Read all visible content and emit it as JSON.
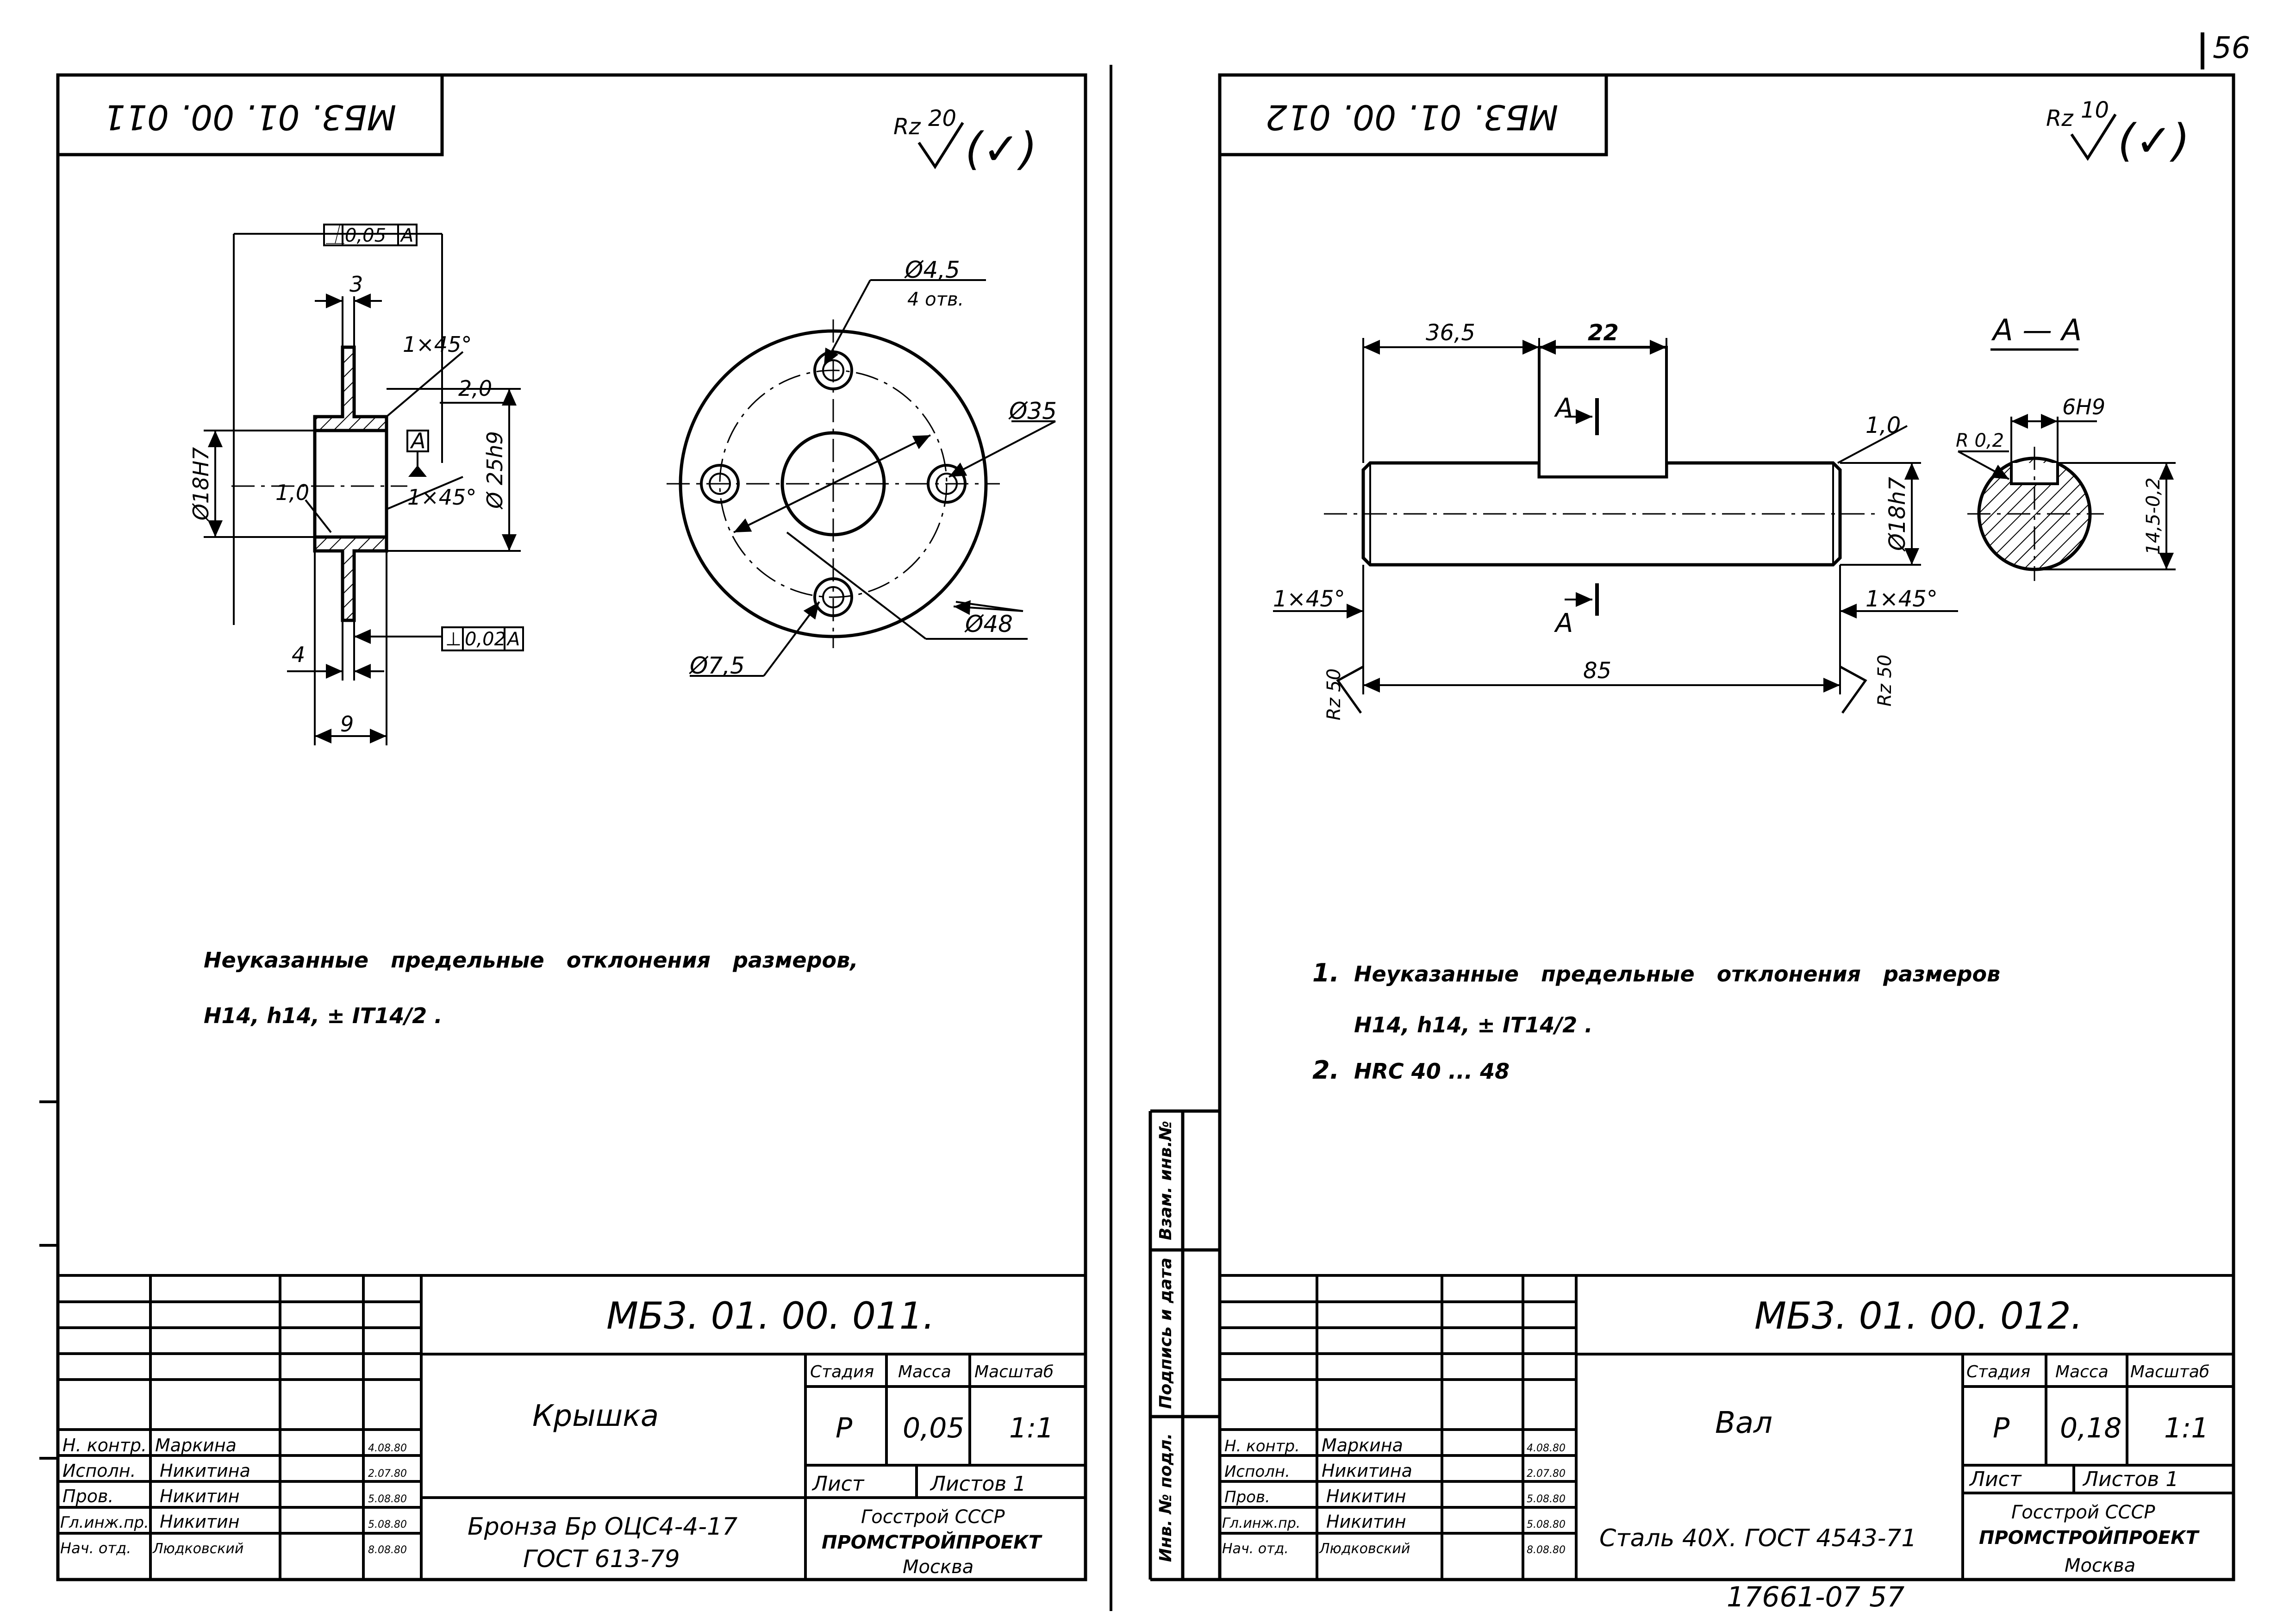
{
  "page_number": "56",
  "bottom_code": "17661-07 57",
  "side_stamp": {
    "inv_vzam": "Взам. инв.№",
    "podpis_data": "Подпись и дата",
    "inv_podl": "Инв. № подл."
  },
  "sheets": [
    {
      "code_rotated": "МБ3. 01. 00. 011",
      "roughness": {
        "label": "Rz",
        "value": "20",
        "paren": "(✓)"
      },
      "dims": {
        "d_hole": "Ø4,5",
        "holes": "4 отв.",
        "d35": "Ø35",
        "d48": "Ø48",
        "d75": "Ø7,5",
        "d18": "Ø18H7",
        "d25": "Ø 25h9",
        "c3": "3",
        "c4": "4",
        "c9": "9",
        "ch1": "1×45°",
        "ch2": "1×45°",
        "r20": "2,0",
        "r10": "1,0",
        "base": "A",
        "tol_top_sym": "⏊",
        "tol_top_val": "0,05",
        "tol_top_ref": "A",
        "tol_bot_sym": "⊥",
        "tol_bot_val": "0,02",
        "tol_bot_ref": "A"
      },
      "notes": [
        {
          "num": "",
          "text": "Неуказанные   предельные   отклонения   размеров,"
        },
        {
          "num": "",
          "text": "H14, h14, ± IT14/2 ."
        }
      ],
      "title_block": {
        "designation": "МБ3. 01. 00. 011.",
        "name": "Крышка",
        "material_1": "Бронза  Бр ОЦС4-4-17",
        "material_2": "ГОСТ 613-79",
        "stage_label": "Стадия",
        "mass_label": "Масса",
        "scale_label": "Масштаб",
        "stage": "Р",
        "mass": "0,05",
        "scale": "1:1",
        "sheet_label": "Лист",
        "sheets_label": "Листов 1",
        "org_1": "Госстрой  СССР",
        "org_2": "ПРОМСТРОЙПРОЕКТ",
        "org_3": "Москва",
        "rows": [
          {
            "role": "Н. контр.",
            "name": "Маркина",
            "date": "4.08.80"
          },
          {
            "role": "Исполн.",
            "name": "Никитина",
            "date": "2.07.80"
          },
          {
            "role": "Пров.",
            "name": "Никитин",
            "date": "5.08.80"
          },
          {
            "role": "Гл.инж.пр.",
            "name": "Никитин",
            "date": "5.08.80"
          },
          {
            "role": "Нач. отд.",
            "name": "Людковский",
            "date": "8.08.80"
          }
        ]
      }
    },
    {
      "code_rotated": "МБ3. 01. 00. 012",
      "roughness": {
        "label": "Rz",
        "value": "10",
        "paren": "(✓)"
      },
      "dims": {
        "len_365": "36,5",
        "len_22": "22",
        "len_85": "85",
        "d18": "Ø18h7",
        "ch_left": "1×45°",
        "ch_right": "1×45°",
        "r10": "1,0",
        "rz_left": "Rz 50",
        "rz_right": "Rz 50",
        "section_mark": "A",
        "section_title": "А — А",
        "key_w": "6H9",
        "key_r": "R 0,2",
        "key_depth": "14,5-0,2"
      },
      "notes": [
        {
          "num": "1.",
          "text": "Неуказанные   предельные   отклонения   размеров"
        },
        {
          "num": "",
          "text": "H14, h14, ± IT14/2 ."
        },
        {
          "num": "2.",
          "text": "HRC  40 ... 48"
        }
      ],
      "title_block": {
        "designation": "МБ3. 01. 00. 012.",
        "name": "Вал",
        "material_1": "Сталь 40Х.  ГОСТ 4543-71",
        "material_2": "",
        "stage_label": "Стадия",
        "mass_label": "Масса",
        "scale_label": "Масштаб",
        "stage": "Р",
        "mass": "0,18",
        "scale": "1:1",
        "sheet_label": "Лист",
        "sheets_label": "Листов 1",
        "org_1": "Госстрой  СССР",
        "org_2": "ПРОМСТРОЙПРОЕКТ",
        "org_3": "Москва",
        "rows": [
          {
            "role": "Н. контр.",
            "name": "Маркина",
            "date": "4.08.80"
          },
          {
            "role": "Исполн.",
            "name": "Никитина",
            "date": "2.07.80"
          },
          {
            "role": "Пров.",
            "name": "Никитин",
            "date": "5.08.80"
          },
          {
            "role": "Гл.инж.пр.",
            "name": "Никитин",
            "date": "5.08.80"
          },
          {
            "role": "Нач. отд.",
            "name": "Людковский",
            "date": "8.08.80"
          }
        ]
      }
    }
  ]
}
